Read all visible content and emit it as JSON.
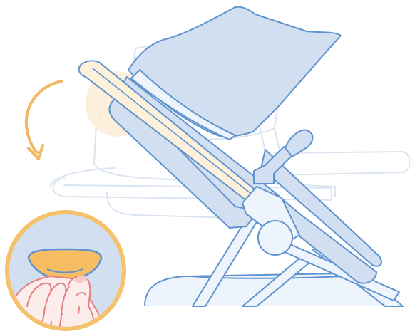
{
  "colors": {
    "background": "#ffffff",
    "outline": "#5f93cf",
    "outline_faint": "#d9e4f1",
    "fill_blue": "#d2dff0",
    "fill_light": "#eef4fb",
    "fill_cream": "#fdf1dc",
    "highlight_glow": "#fbecd5",
    "arrow": "#f2b764",
    "inset_ring": "#f5c16a",
    "inset_background": "#d2dff0",
    "button_orange": "#f8bd62",
    "skin": "#fdecec",
    "skin_line": "#e58080"
  },
  "icons": {
    "rotation_arrow": "curved-arrow-down-icon",
    "fold_latch": "fold-latch-icon",
    "folding_hinge": "hinge-icon"
  },
  "diagram": {
    "subject": "stroller-fold-instruction",
    "steps": [
      "press-fold-button",
      "rotate-handlebar-downward"
    ]
  }
}
